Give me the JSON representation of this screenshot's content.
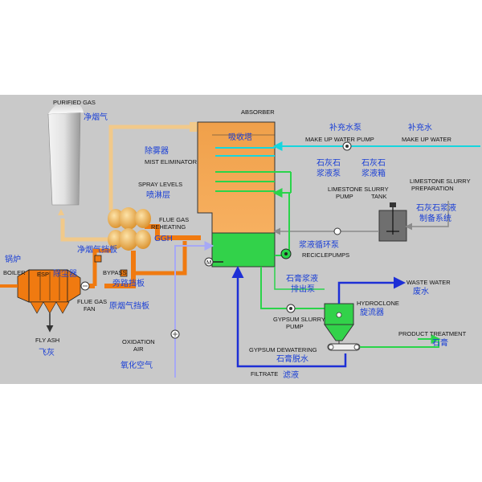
{
  "labels": {
    "purified_gas_en": "PURIFIED GAS",
    "purified_gas_cn": "净烟气",
    "absorber_en": "ABSORBER",
    "absorber_cn": "吸收塔",
    "makeup_pump_cn": "补充水泵",
    "makeup_pump_en": "MAKE UP WATER PUMP",
    "makeup_water_cn": "补充水",
    "makeup_water_en": "MAKE UP WATER",
    "mist_cn": "除雾器",
    "mist_en": "MIST ELIMINATOR",
    "spray_en": "SPRAY LEVELS",
    "spray_cn": "喷淋层",
    "limestone_pump_cn": "石灰石\n浆液泵",
    "limestone_pump_en": "LIMESTONE SLURRY\nPUMP",
    "limestone_tank_cn": "石灰石\n浆液箱",
    "limestone_tank_en": "TANK",
    "limestone_prep_en": "LIMESTONE SLURRY\nPREPARATION",
    "limestone_prep_cn": "石灰石浆液\n制备系统",
    "flue_reheat_en": "FLUE GAS\nREHEATING",
    "ggh": "GGH",
    "purified_damper_cn": "净烟气挡板",
    "bypass_en": "BYPASS",
    "bypass_damper_cn": "旁路挡板",
    "boiler_cn": "锅炉",
    "boiler_en": "BOILER",
    "esp_en": "ESP",
    "esp_cn": "除尘器",
    "flue_fan_en": "FLUE GAS\nFAN",
    "raw_damper_cn": "原烟气挡板",
    "recycle_cn": "浆液循环泵",
    "recycle_en": "RECICLEPUMPS",
    "gypsum_pump_cn": "石膏浆液\n排出泵",
    "gypsum_pump_en": "GYPSUM SLURRY\nPUMP",
    "waste_water_en": "WASTE WATER",
    "waste_water_cn": "废水",
    "hydroclone_en": "HYDROCLONE",
    "hydroclone_cn": "旋流器",
    "product_en": "PRODUCT TREATMENT",
    "product_cn": "石膏",
    "dewatering_en": "GYPSUM DEWATERING",
    "dewatering_cn": "石膏脱水",
    "oxidation_en": "OXIDATION\nAIR",
    "oxidation_cn": "氧化空气",
    "fly_ash_en": "FLY ASH",
    "fly_ash_cn": "飞灰",
    "filtrate_en": "FILTRATE",
    "filtrate_cn": "滤液",
    "m_symbol": "M"
  },
  "colors": {
    "panel": "#c9c9c9",
    "flue_gas_orange": "#f07a10",
    "clean_gas_tan": "#f1c98a",
    "absorber_top": "#f2a24a",
    "absorber_bottom": "#32d24a",
    "water_cyan": "#16d6de",
    "slurry_green": "#2ad44a",
    "waste_blue": "#1d2fd6",
    "air_lavender": "#a7a9f5",
    "label_blue": "#1a3fd6"
  },
  "icons": [
    "chimney-icon",
    "pump-icon",
    "agitator-icon",
    "motor-icon",
    "fan-icon",
    "damper-icon",
    "ggh-icon",
    "hydroclone-icon",
    "belt-filter-icon",
    "esp-icon"
  ]
}
